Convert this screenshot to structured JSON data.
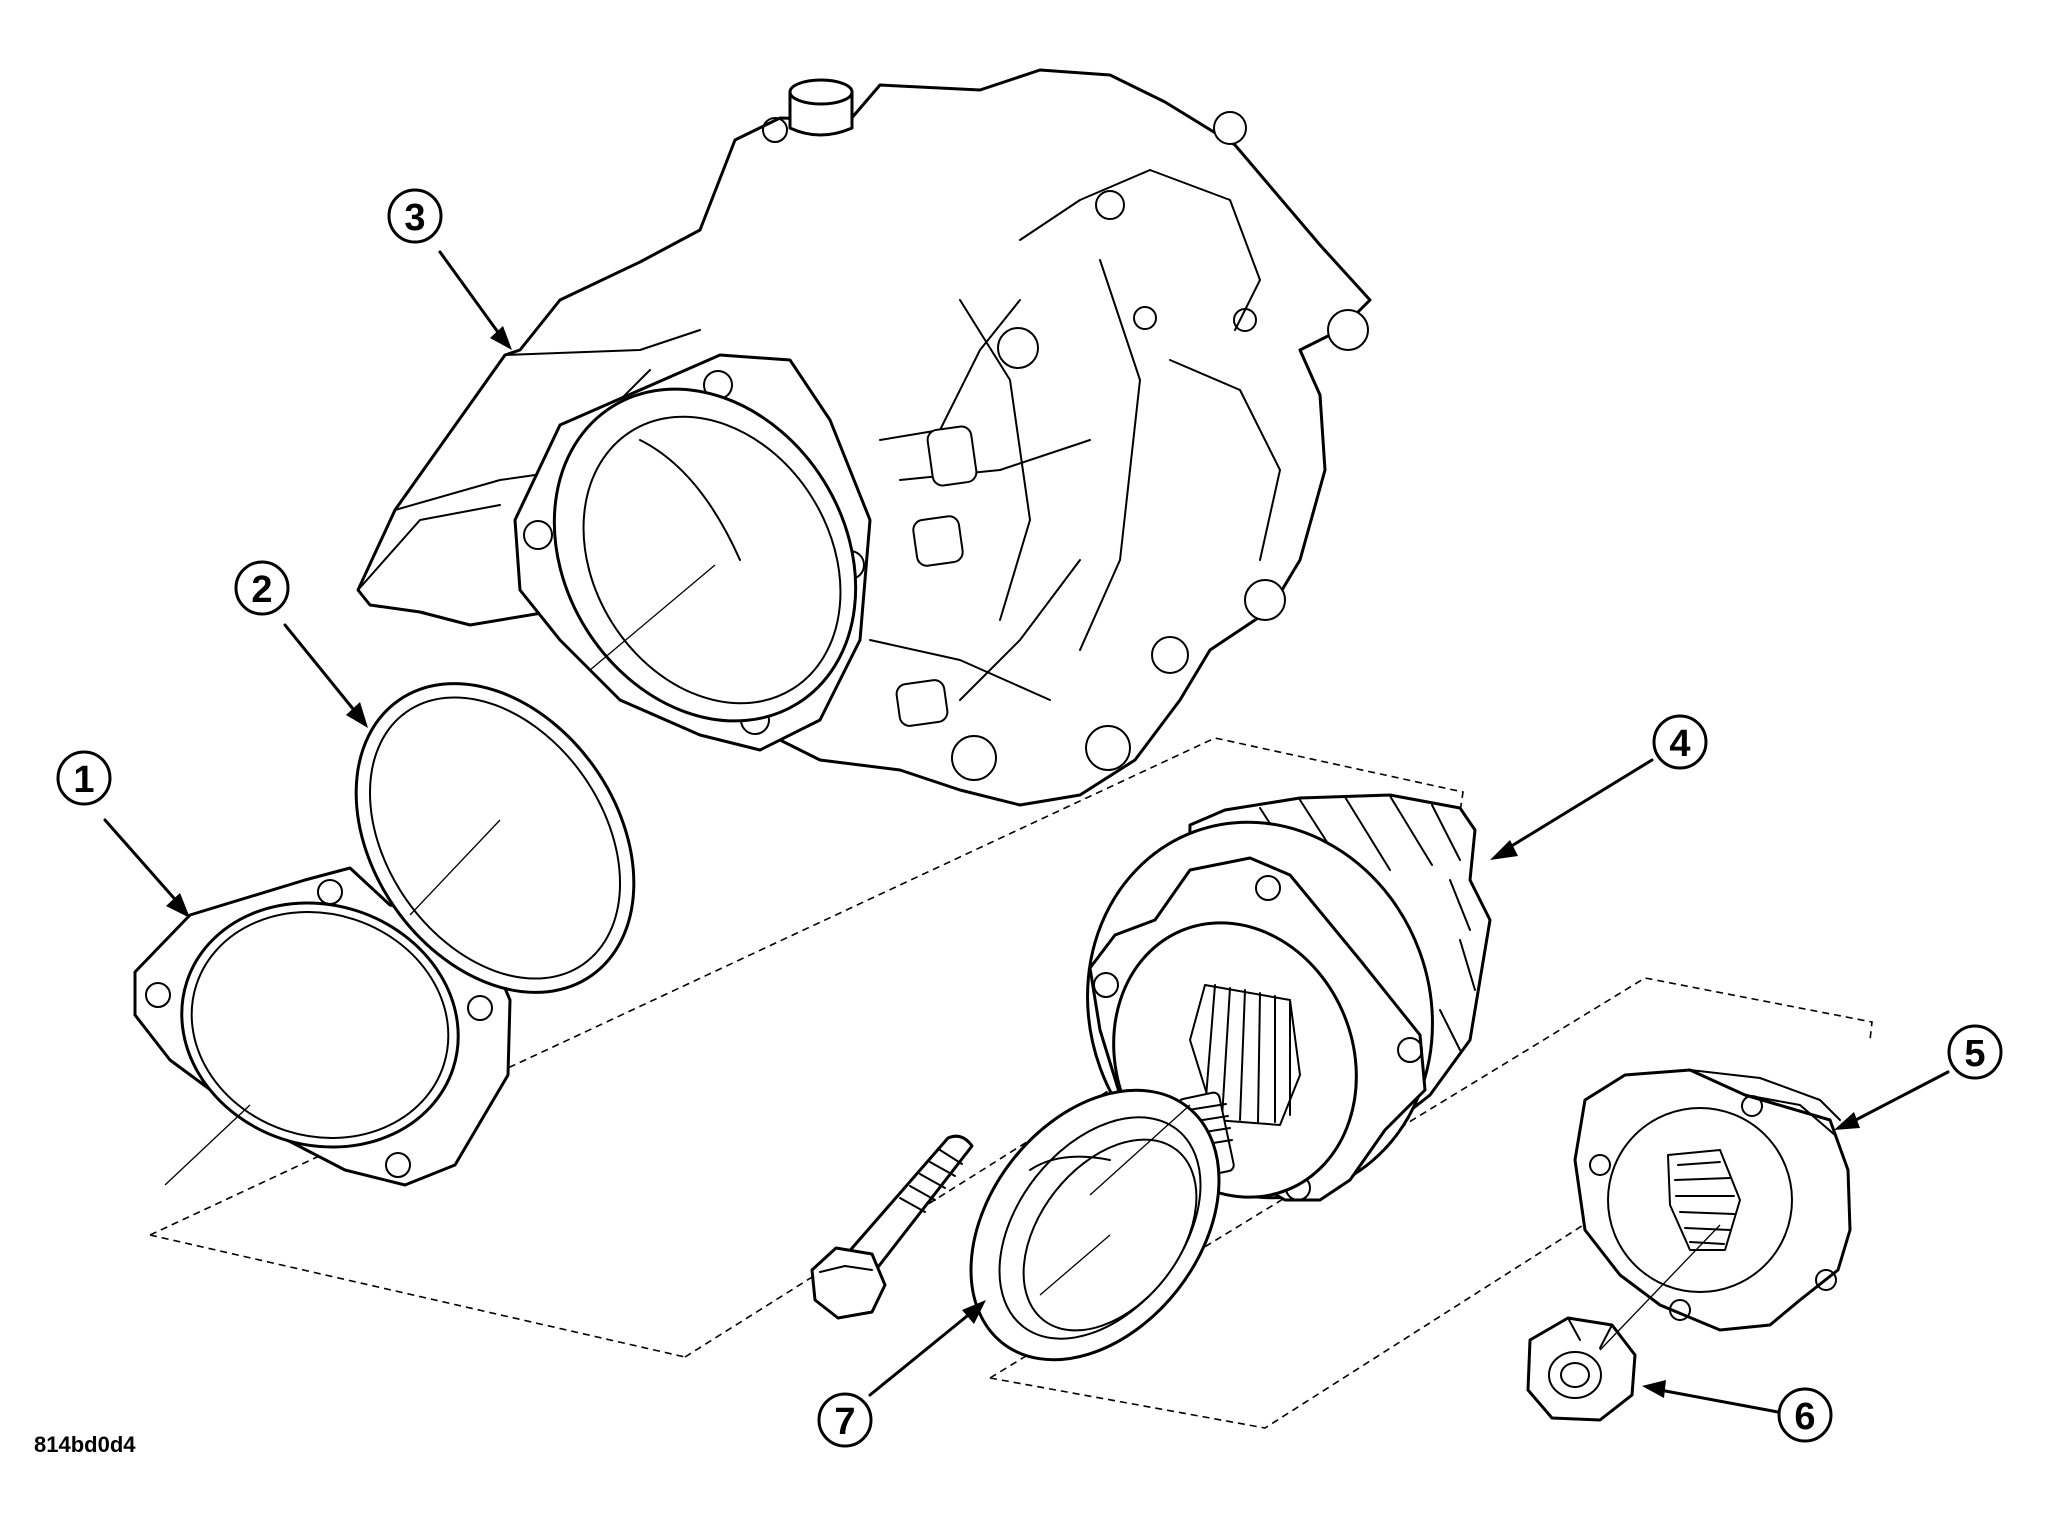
{
  "figure_id": "814bd0d4",
  "callouts": [
    {
      "label": "1",
      "part": "gasket"
    },
    {
      "label": "2",
      "part": "o-ring"
    },
    {
      "label": "3",
      "part": "housing"
    },
    {
      "label": "4",
      "part": "gear-assembly"
    },
    {
      "label": "5",
      "part": "cover"
    },
    {
      "label": "6",
      "part": "nut"
    },
    {
      "label": "7",
      "part": "seal"
    }
  ],
  "colors": {
    "ink": "#000000",
    "paper": "#ffffff"
  }
}
